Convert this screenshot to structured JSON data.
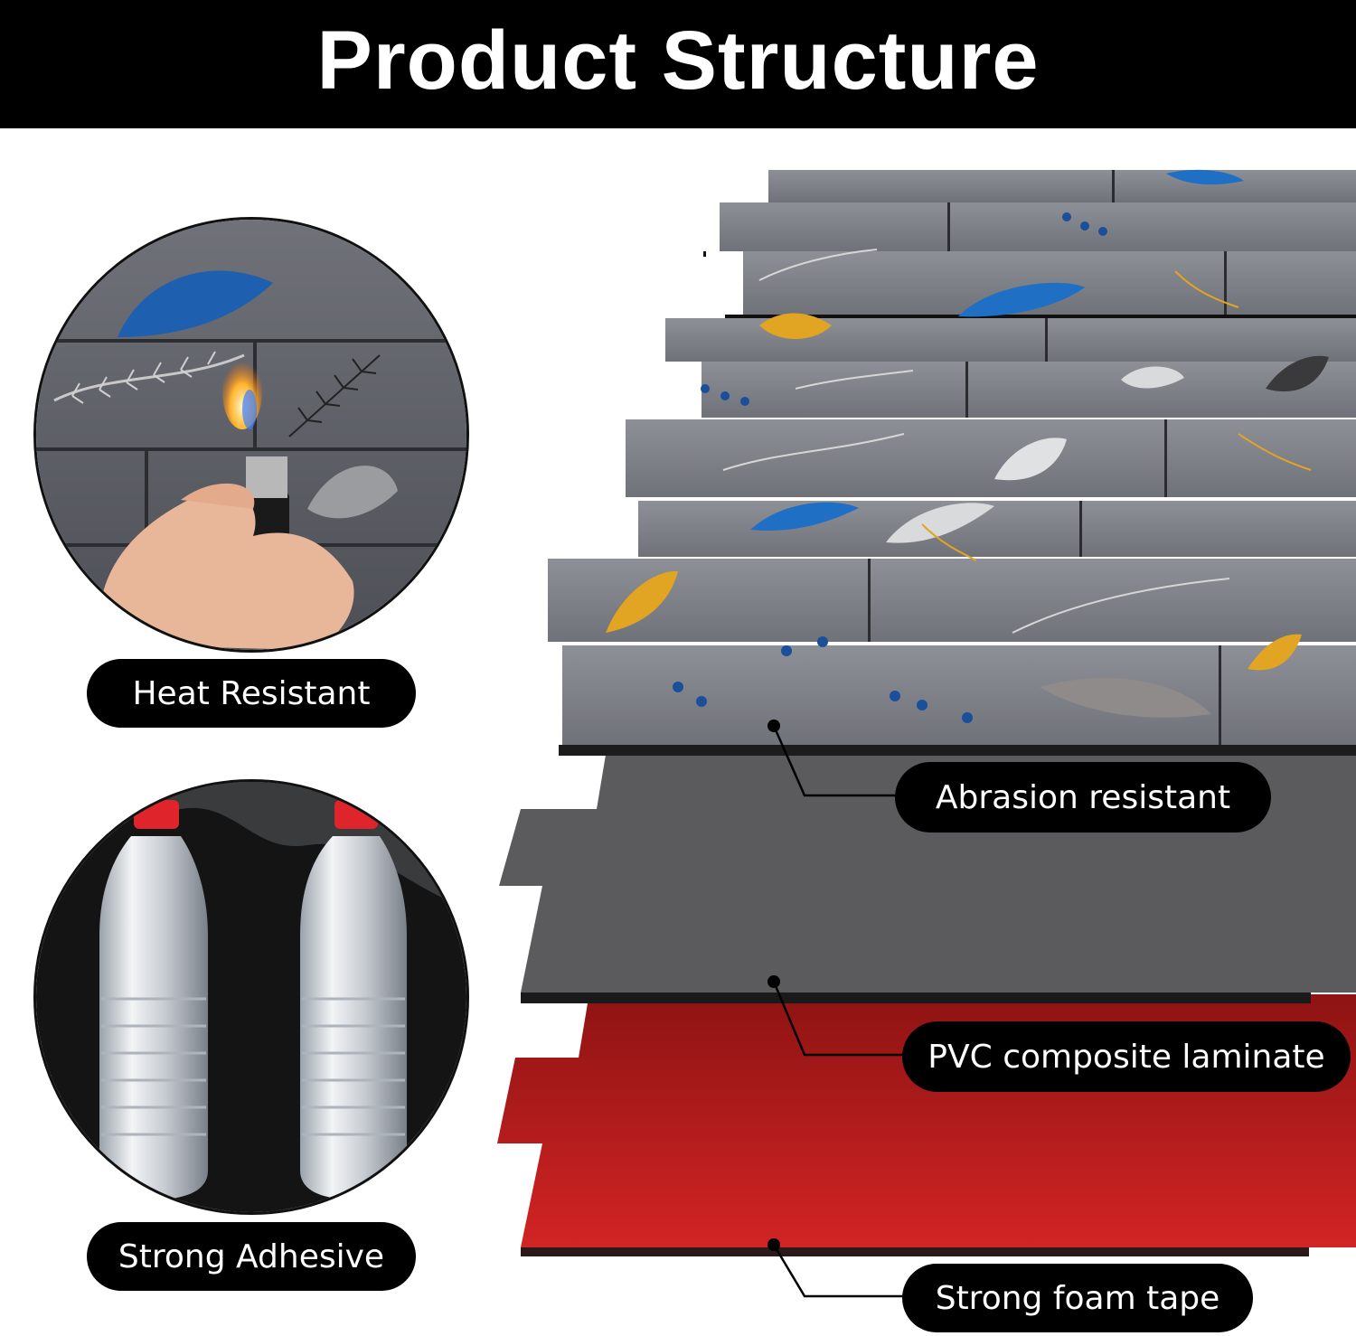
{
  "header": {
    "title": "Product Structure"
  },
  "features": {
    "heat": {
      "label": "Heat Resistant",
      "icon": "lighter-flame-icon"
    },
    "adhesive": {
      "label": "Strong Adhesive",
      "icon": "water-bottles-icon"
    }
  },
  "layers": {
    "top": {
      "label": "Abrasion resistant"
    },
    "middle": {
      "label": "PVC composite laminate"
    },
    "bottom": {
      "label": "Strong foam tape"
    }
  },
  "colors": {
    "header_bg": "#000000",
    "tile_gray": "#7a7d83",
    "laminate_gray": "#5b5b5d",
    "foam_red": "#c01c1c",
    "leaf_blue": "#1f6fc4",
    "leaf_gold": "#e2a423"
  }
}
